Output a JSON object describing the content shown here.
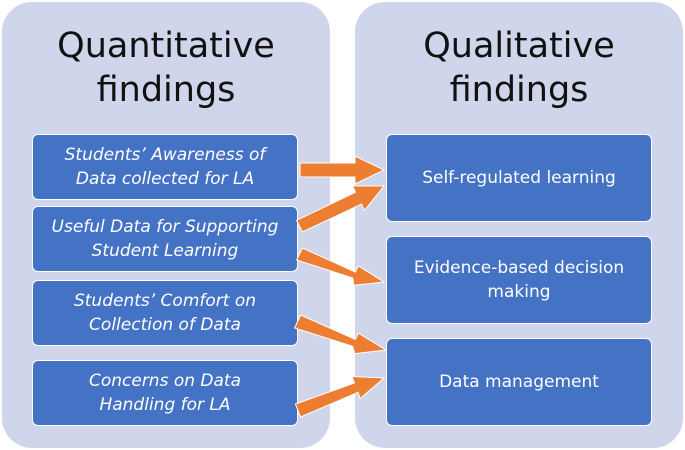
{
  "quantitative": {
    "title_line1": "Quantitative",
    "title_line2": "findings",
    "items": [
      {
        "line1": "Students’ Awareness of",
        "line2": "Data collected for LA"
      },
      {
        "line1": "Useful Data for Supporting",
        "line2": "Student Learning"
      },
      {
        "line1": "Students’ Comfort on",
        "line2": "Collection of Data"
      },
      {
        "line1": "Concerns on Data",
        "line2": "Handling for LA"
      }
    ]
  },
  "qualitative": {
    "title_line1": "Qualitative",
    "title_line2": "findings",
    "items": [
      {
        "line1": "Self-regulated learning",
        "line2": ""
      },
      {
        "line1": "Evidence-based decision",
        "line2": "making"
      },
      {
        "line1": "Data management",
        "line2": ""
      }
    ]
  },
  "links": [
    {
      "from": "Students’ Awareness of Data collected for LA",
      "to": "Self-regulated learning"
    },
    {
      "from": "Useful Data for Supporting Student Learning",
      "to": "Self-regulated learning"
    },
    {
      "from": "Useful Data for Supporting Student Learning",
      "to": "Evidence-based decision making"
    },
    {
      "from": "Students’ Comfort on Collection of Data",
      "to": "Data management"
    },
    {
      "from": "Concerns on Data Handling for LA",
      "to": "Data management"
    }
  ],
  "colors": {
    "panel": "#cfd5ea",
    "box": "#4472c4",
    "arrow": "#ed7d31"
  }
}
